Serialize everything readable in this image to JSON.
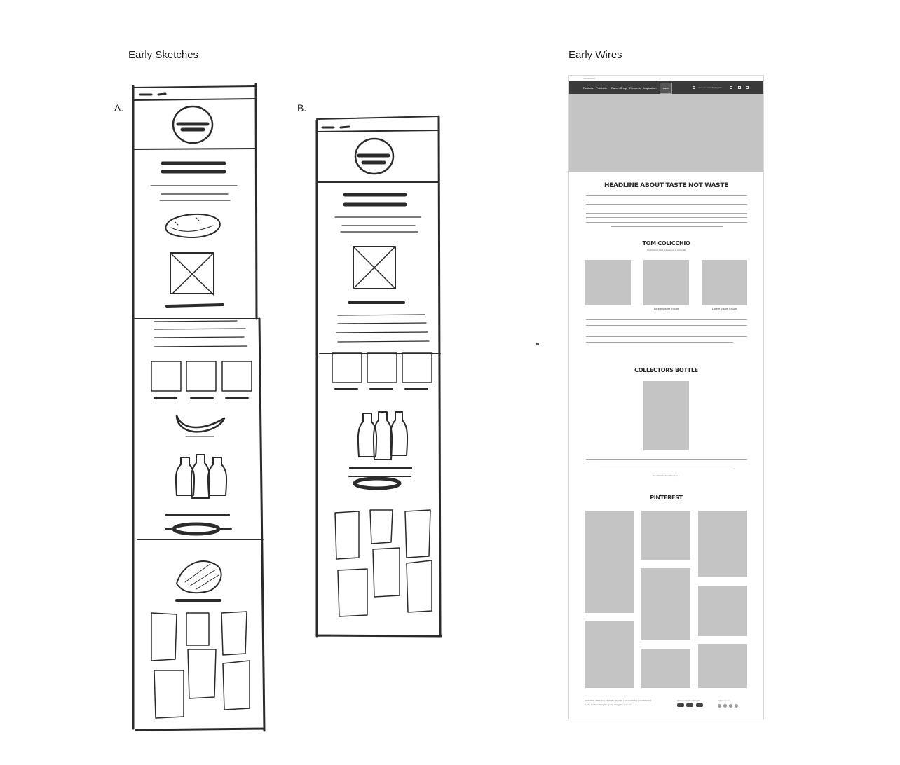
{
  "headings": {
    "sketches": "Early Sketches",
    "wires": "Early Wires"
  },
  "sketch_labels": {
    "a": "A.",
    "b": "B."
  },
  "wireframe": {
    "topbar_text": "ranchforever",
    "nav": [
      "Recipes",
      "Products",
      "Ranch Shop",
      "Rewards",
      "Inspiration"
    ],
    "logo_text": "Ranch",
    "search_text": "Join our rewards program",
    "headline": "HEADLINE ABOUT TASTE NOT WASTE",
    "chef_name": "TOM COLICCHIO",
    "chef_subtitle": "Chef/Owner Craft restaurants & 'wichcraft",
    "captions": [
      "Lorem Ipsum Ipsum",
      "Lorem Ipsum Ipsum"
    ],
    "collectors_title": "COLLECTORS BOTTLE",
    "see_more": "See More Festival Recipes >",
    "pinterest_title": "PINTEREST",
    "footer_links": "SITE MAP  |  PRIVACY  |  TERMS OF USE  |  AD CHOICES  |  CA PRIVACY",
    "copyright": "© The Hidden Valley Company. All rights reserved.",
    "visit_brands": "Visit our family of brands",
    "follow_us": "Follow us on"
  },
  "colors": {
    "placeholder_gray": "#c4c4c4",
    "nav_dark": "#3a3a3a",
    "sketch_ink": "#2b2b2b"
  }
}
